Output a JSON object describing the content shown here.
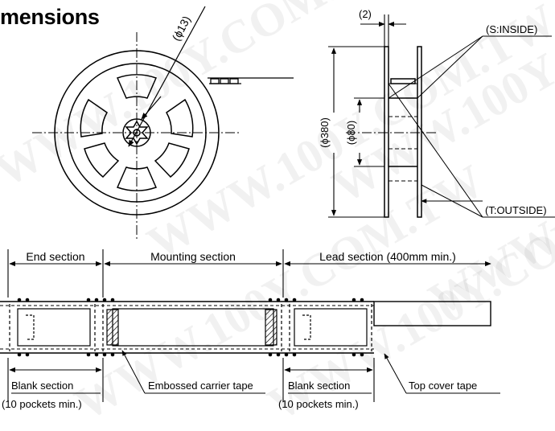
{
  "title": "mensions",
  "watermark": "WWW.100Y.COM.TW",
  "reel_front": {
    "hub_dim": "(ϕ13)"
  },
  "reel_side": {
    "thickness_dim": "(2)",
    "inside_label": "(S:INSIDE)",
    "outside_label": "(T:OUTSIDE)",
    "outer_dia": "(ϕ380)",
    "hub_dia": "(ϕ80)"
  },
  "tape": {
    "end_section": "End section",
    "mounting_section": "Mounting section",
    "lead_section": "Lead section (400mm min.)",
    "blank_left": "Blank section",
    "blank_left_note": "(10 pockets min.)",
    "embossed": "Embossed carrier tape",
    "blank_right": "Blank section",
    "blank_right_note": "(10 pockets min.)",
    "top_cover": "Top cover tape"
  },
  "colors": {
    "line": "#000000",
    "hatch": "#000000",
    "watermark": "#969696"
  }
}
